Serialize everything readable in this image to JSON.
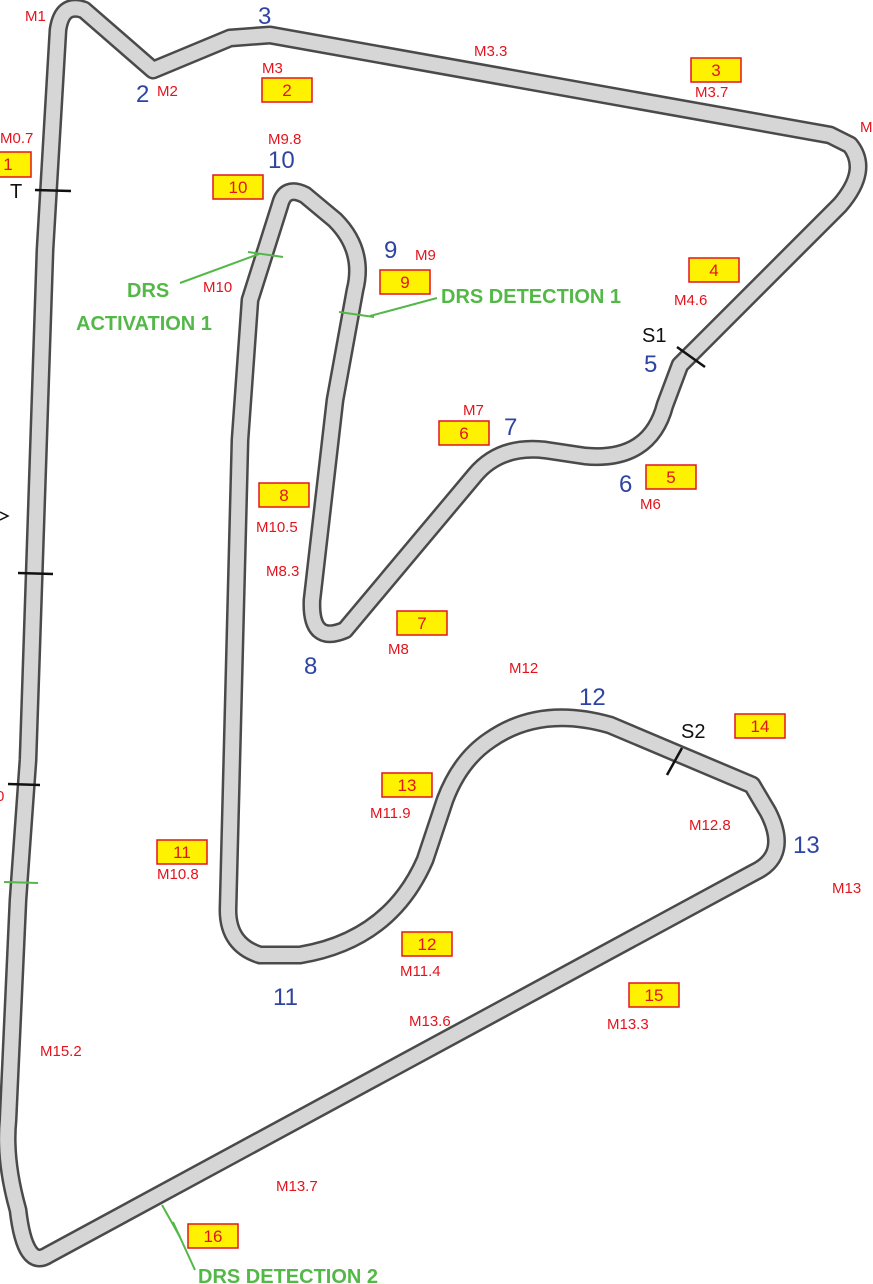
{
  "corners": [
    "2",
    "3",
    "5",
    "6",
    "7",
    "8",
    "9",
    "10",
    "11",
    "12",
    "13"
  ],
  "markers": [
    "M1",
    "M2",
    "M3",
    "M3.3",
    "M3.7",
    "M",
    "M0.7",
    "M9.8",
    "M9",
    "M10",
    "M4.6",
    "M7",
    "M6",
    "M10.5",
    "M8.3",
    "M8",
    "M12",
    "M11.9",
    "M12.8",
    "M13",
    "M10.8",
    "M11.4",
    "M13.6",
    "M13.3",
    "M15.2",
    "M13.7"
  ],
  "turn_boxes": [
    "2",
    "3",
    "1",
    "10",
    "9",
    "4",
    "6",
    "5",
    "8",
    "7",
    "14",
    "13",
    "11",
    "12",
    "15",
    "16"
  ],
  "sectors": [
    "T",
    "S1",
    "S2"
  ],
  "drs": {
    "activation_1": [
      "DRS",
      "ACTIVATION 1"
    ],
    "detection_1": "DRS DETECTION 1",
    "detection_2": "DRS DETECTION 2"
  },
  "edge_fragments": [
    "0"
  ],
  "colors": {
    "corner_numbers": "#2e44a3",
    "markers": "#e3141e",
    "turn_box_fill": "#fff200",
    "drs": "#54b848",
    "track": "#d6d6d6",
    "track_edge": "#4a4a4a"
  }
}
